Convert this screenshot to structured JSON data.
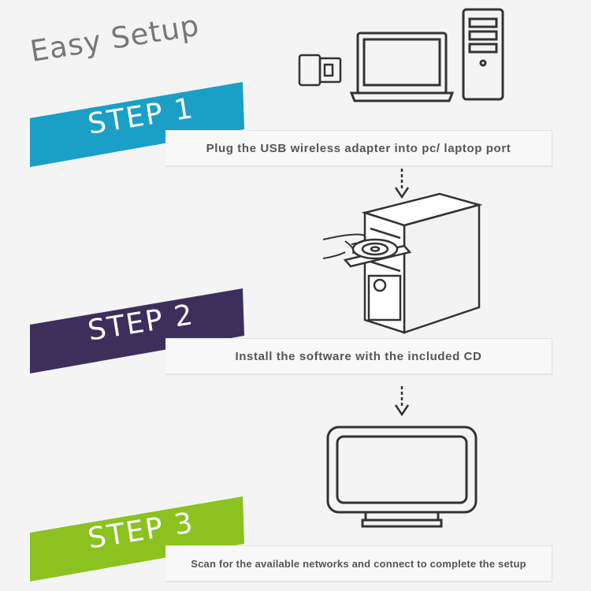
{
  "title": "Easy Setup",
  "steps": [
    {
      "label": "STEP 1",
      "color": "#1a9fc7",
      "description": "Plug the USB wireless adapter into pc/ laptop port"
    },
    {
      "label": "STEP 2",
      "color": "#3c2f5c",
      "description": "Install the software with the included CD"
    },
    {
      "label": "STEP 3",
      "color": "#8bc21f",
      "description": "Scan for the available networks and connect to complete the setup"
    }
  ],
  "icons": [
    "usb-adapter-icon",
    "laptop-icon",
    "desktop-tower-icon",
    "down-arrow-icon",
    "cd-drive-tower-icon",
    "down-arrow-icon",
    "monitor-icon"
  ]
}
